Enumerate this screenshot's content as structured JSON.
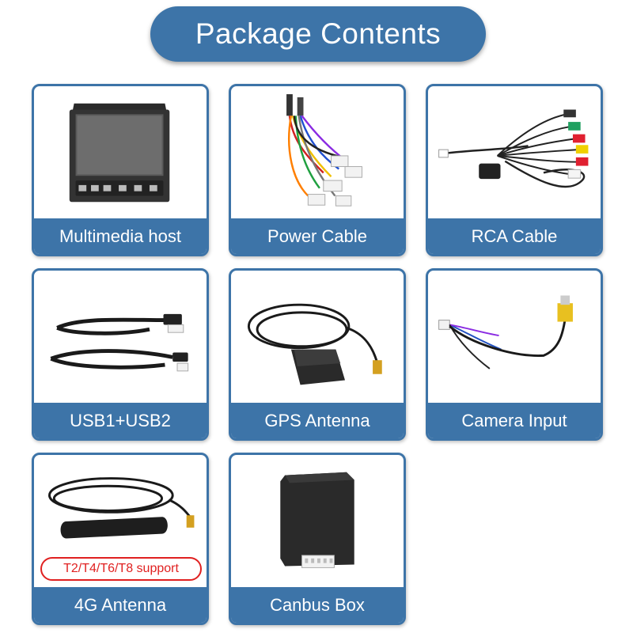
{
  "header": {
    "title": "Package Contents"
  },
  "items": [
    {
      "label": "Multimedia host"
    },
    {
      "label": "Power Cable"
    },
    {
      "label": "RCA Cable"
    },
    {
      "label": "USB1+USB2"
    },
    {
      "label": "GPS Antenna"
    },
    {
      "label": "Camera Input"
    },
    {
      "label": "4G Antenna",
      "badge": "T2/T4/T6/T8 support"
    },
    {
      "label": "Canbus Box"
    }
  ],
  "colors": {
    "accent": "#3d74a8",
    "badge": "#e02020"
  }
}
